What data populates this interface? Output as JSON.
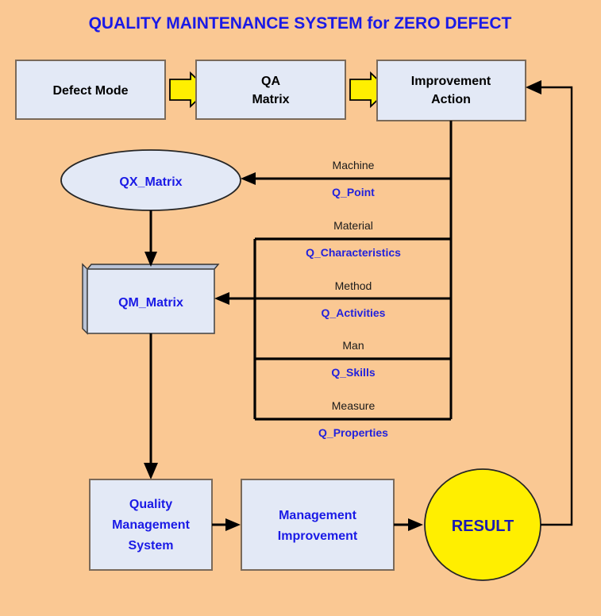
{
  "page": {
    "title": "QUALITY MAINTENANCE SYSTEM for ZERO DEFECT",
    "background_color": "#fac893",
    "accent_blue": "#1a1ae6",
    "box_fill": "#e3e9f6",
    "result_fill": "#ffef00",
    "arrow_fill": "#ffef00"
  },
  "flow_top": {
    "defect_mode": "Defect Mode",
    "qa_matrix_line1": "QA",
    "qa_matrix_line2": "Matrix",
    "improvement_line1": "Improvement",
    "improvement_line2": "Action"
  },
  "matrices": {
    "qx_matrix": "QX_Matrix",
    "qm_matrix": "QM_Matrix"
  },
  "factors": {
    "items": [
      {
        "m_label": "Machine",
        "q_label": "Q_Point"
      },
      {
        "m_label": "Material",
        "q_label": "Q_Characteristics"
      },
      {
        "m_label": "Method",
        "q_label": "Q_Activities"
      },
      {
        "m_label": "Man",
        "q_label": "Q_Skills"
      },
      {
        "m_label": "Measure",
        "q_label": "Q_Properties"
      }
    ]
  },
  "flow_bottom": {
    "qms_line1": "Quality",
    "qms_line2": "Management",
    "qms_line3": "System",
    "mgmt_line1": "Management",
    "mgmt_line2": "Improvement",
    "result": "RESULT"
  }
}
